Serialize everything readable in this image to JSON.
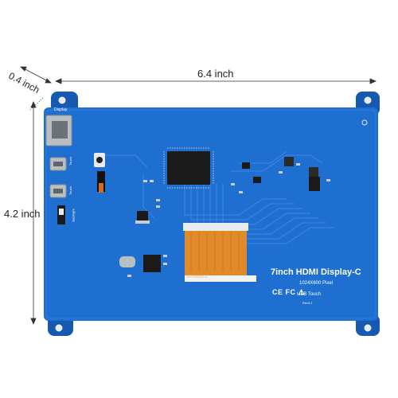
{
  "dimensions": {
    "width": "6.4 inch",
    "height": "4.2 inch",
    "depth": "0.4 inch"
  },
  "board": {
    "product_name": "7inch HDMI Display-C",
    "resolution": "1024X600 Pixel",
    "certifications": "CE FC ⚠",
    "usb_touch": "USB Touch",
    "revision": "Rev3.1",
    "port_labels": {
      "display": "Display",
      "touch": "Touch",
      "power": "Touch",
      "backlight": "Backlight"
    },
    "ffc_code": "10-0000000"
  },
  "colors": {
    "pcb": "#1f6fd0",
    "pcb_edge": "#1559b0",
    "trace": "#3f8ae0",
    "ffc": "#e08a2c",
    "ic": "#1a1a1a",
    "pad": "#c9cdd1",
    "dimension_line": "#333333"
  }
}
